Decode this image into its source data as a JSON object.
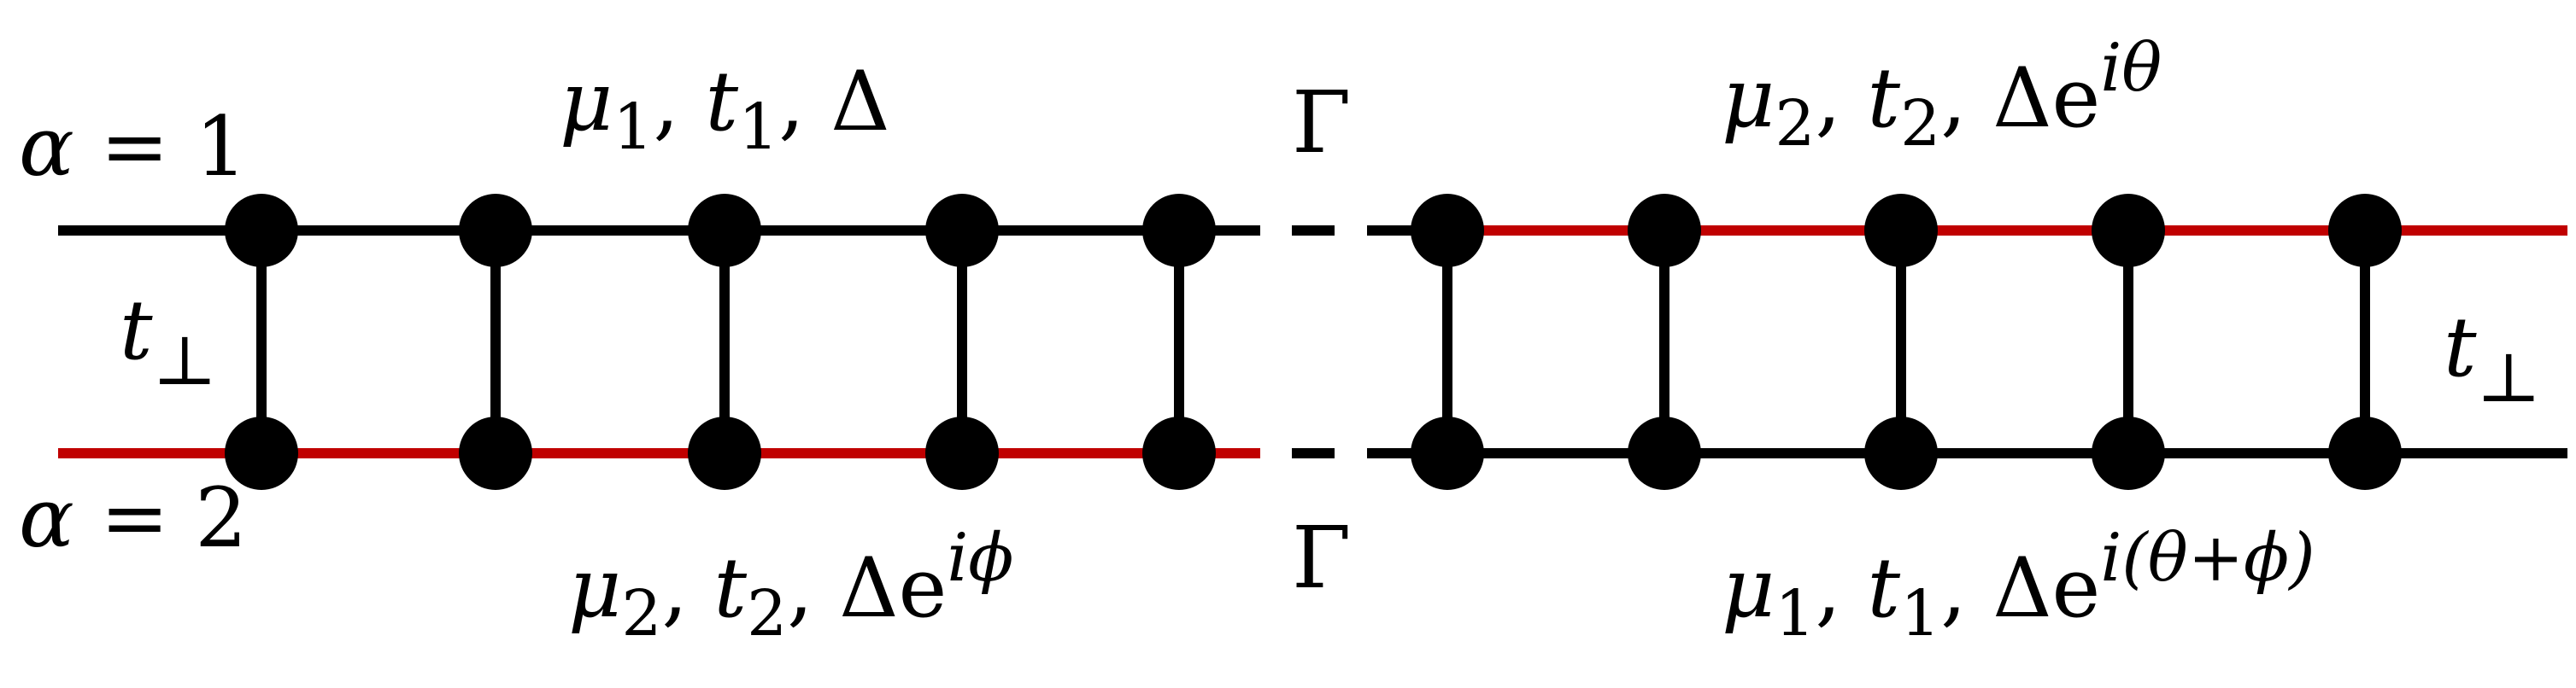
{
  "colors": {
    "black": "#000000",
    "red": "#c00000",
    "background": "#ffffff"
  },
  "labels": {
    "alpha1": {
      "var": "α",
      "rest": " = 1"
    },
    "alpha2": {
      "var": "α",
      "rest": " = 2"
    },
    "t_perp_left": {
      "base": "t",
      "sub": "⊥"
    },
    "t_perp_right": {
      "base": "t",
      "sub": "⊥"
    },
    "gamma_top": "Γ",
    "gamma_bottom": "Γ",
    "left_top": {
      "mu": "μ",
      "mu_sub": "1",
      "t": "t",
      "t_sub": "1",
      "delta": "Δ"
    },
    "left_bottom": {
      "mu": "μ",
      "mu_sub": "2",
      "t": "t",
      "t_sub": "2",
      "delta": "Δe",
      "sup": "iϕ"
    },
    "right_top": {
      "mu": "μ",
      "mu_sub": "2",
      "t": "t",
      "t_sub": "2",
      "delta": "Δe",
      "sup": "iθ"
    },
    "right_bottom": {
      "mu": "μ",
      "mu_sub": "1",
      "t": "t",
      "t_sub": "1",
      "delta": "Δe",
      "sup": "i(θ+ϕ)"
    },
    "comma": ", "
  },
  "ladder": {
    "left_top_rail_color": "black",
    "left_bottom_rail_color": "red",
    "right_top_rail_color": "red",
    "right_bottom_rail_color": "black",
    "sites_per_segment": 5
  }
}
